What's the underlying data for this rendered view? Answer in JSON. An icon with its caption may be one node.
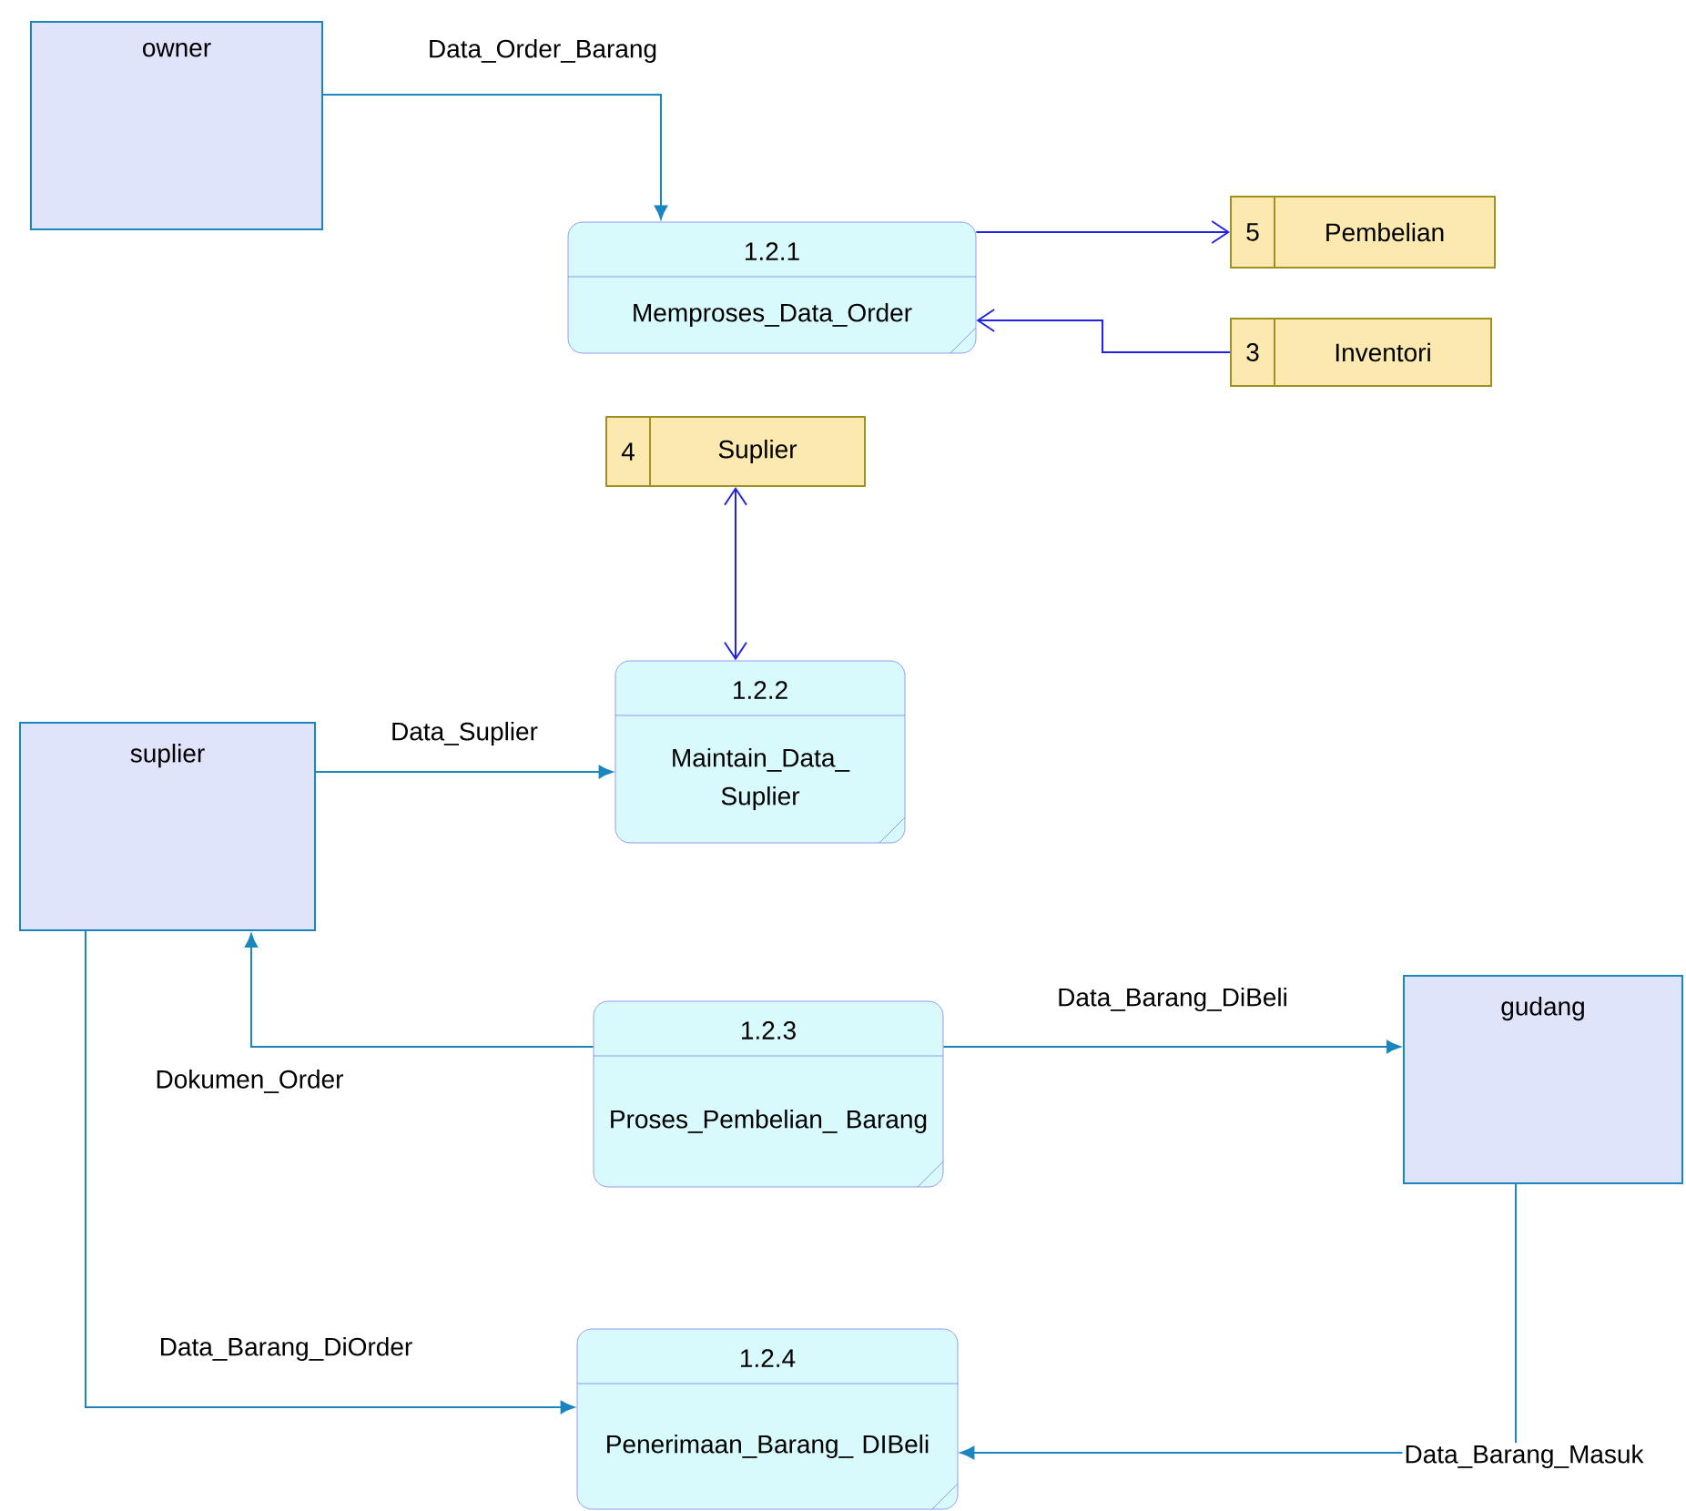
{
  "diagram": {
    "nodes": [
      {
        "text": [
          "owner"
        ]
      },
      {
        "text": [
          "1.2.1",
          "Memproses_Data_Order"
        ]
      },
      {
        "text": [
          "5",
          "Pembelian"
        ]
      },
      {
        "text": [
          "3",
          "Inventori"
        ]
      },
      {
        "text": [
          "4",
          "Suplier"
        ]
      },
      {
        "text": [
          "1.2.2",
          "Maintain_Data_ Suplier"
        ]
      },
      {
        "text": [
          "suplier"
        ]
      },
      {
        "text": [
          "1.2.3",
          "Proses_Pembelian_ Barang"
        ]
      },
      {
        "text": [
          "gudang"
        ]
      },
      {
        "text": [
          "1.2.4",
          "Penerimaan_Barang_ DIBeli"
        ]
      }
    ],
    "edges": [
      {
        "from": 0,
        "to": 1,
        "arrow": "to",
        "label": "Data_Order_Barang"
      },
      {
        "from": 1,
        "to": 2,
        "arrow": "to",
        "color": "#2222e6"
      },
      {
        "from": 3,
        "to": 1,
        "arrow": "to",
        "color": "#2222e6"
      },
      {
        "from": 4,
        "to": 5,
        "arrow": "both",
        "color": "#2222e6"
      },
      {
        "from": 6,
        "to": 5,
        "arrow": "to",
        "label": "Data_Suplier"
      },
      {
        "from": 7,
        "to": 6,
        "arrow": "to",
        "label": "Dokumen_Order"
      },
      {
        "from": 7,
        "to": 8,
        "arrow": "to",
        "label": "Data_Barang_DiBeli"
      },
      {
        "from": 6,
        "to": 9,
        "arrow": "to",
        "label": "Data_Barang_DiOrder"
      },
      {
        "from": 8,
        "to": 9,
        "arrow": "to",
        "label": "Data_Barang_Masuk"
      }
    ]
  }
}
